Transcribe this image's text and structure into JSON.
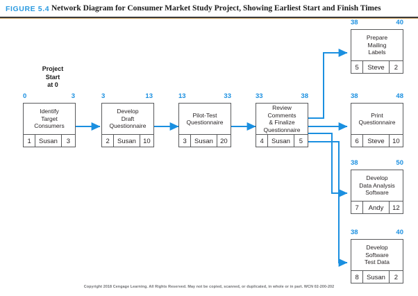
{
  "figure": {
    "label": "FIGURE 5.4",
    "title": "Network Diagram for Consumer Market Study Project, Showing Earliest Start and Finish Times",
    "accent_blue": "#1a8fe0",
    "rule_color": "#3a3a3a"
  },
  "annotations": {
    "project_start": "Project\nStart\nat 0"
  },
  "nodes": [
    {
      "id": "identify-target-consumers",
      "name": "Identify\nTarget\nConsumers",
      "activity_number": "1",
      "responsible": "Susan",
      "duration": "3",
      "early_start": "0",
      "early_finish": "3"
    },
    {
      "id": "develop-draft-questionnaire",
      "name": "Develop\nDraft\nQuestionnaire",
      "activity_number": "2",
      "responsible": "Susan",
      "duration": "10",
      "early_start": "3",
      "early_finish": "13"
    },
    {
      "id": "pilot-test-questionnaire",
      "name": "Pilot-Test\nQuestionnaire",
      "activity_number": "3",
      "responsible": "Susan",
      "duration": "20",
      "early_start": "13",
      "early_finish": "33"
    },
    {
      "id": "review-comments-finalize-questionnaire",
      "name": "Review Comments\n& Finalize\nQuestionnaire",
      "activity_number": "4",
      "responsible": "Susan",
      "duration": "5",
      "early_start": "33",
      "early_finish": "38"
    },
    {
      "id": "prepare-mailing-labels",
      "name": "Prepare\nMailing\nLabels",
      "activity_number": "5",
      "responsible": "Steve",
      "duration": "2",
      "early_start": "38",
      "early_finish": "40"
    },
    {
      "id": "print-questionnaire",
      "name": "Print\nQuestionnaire",
      "activity_number": "6",
      "responsible": "Steve",
      "duration": "10",
      "early_start": "38",
      "early_finish": "48"
    },
    {
      "id": "develop-data-analysis-software",
      "name": "Develop\nData Analysis\nSoftware",
      "activity_number": "7",
      "responsible": "Andy",
      "duration": "12",
      "early_start": "38",
      "early_finish": "50"
    },
    {
      "id": "develop-software-test-data",
      "name": "Develop\nSoftware\nTest Data",
      "activity_number": "8",
      "responsible": "Susan",
      "duration": "2",
      "early_start": "38",
      "early_finish": "40"
    }
  ],
  "footer": {
    "copyright": "Copyright 2018 Cengage Learning. All Rights Reserved. May not be copied, scanned, or duplicated, in whole or in part.  WCN 02-200-202"
  }
}
